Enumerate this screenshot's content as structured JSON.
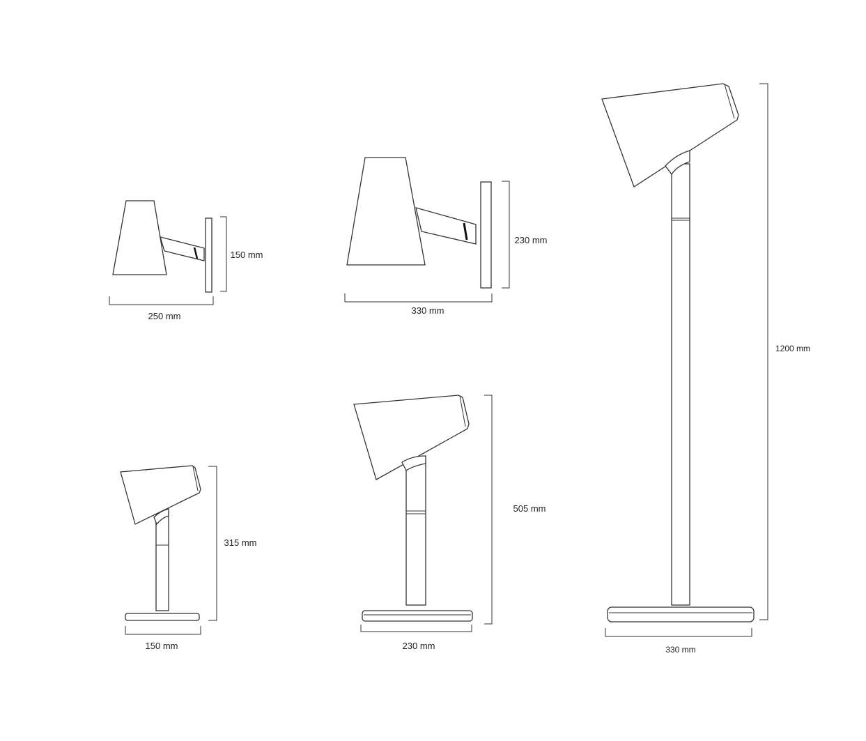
{
  "labels": {
    "wall_small_height": "150 mm",
    "wall_small_width": "250 mm",
    "wall_large_height": "230 mm",
    "wall_large_width": "330 mm",
    "floor_height": "1200 mm",
    "floor_width": "330 mm",
    "table_medium_height": "505 mm",
    "table_medium_width": "230 mm",
    "table_small_height": "315 mm",
    "table_small_width": "150 mm"
  }
}
